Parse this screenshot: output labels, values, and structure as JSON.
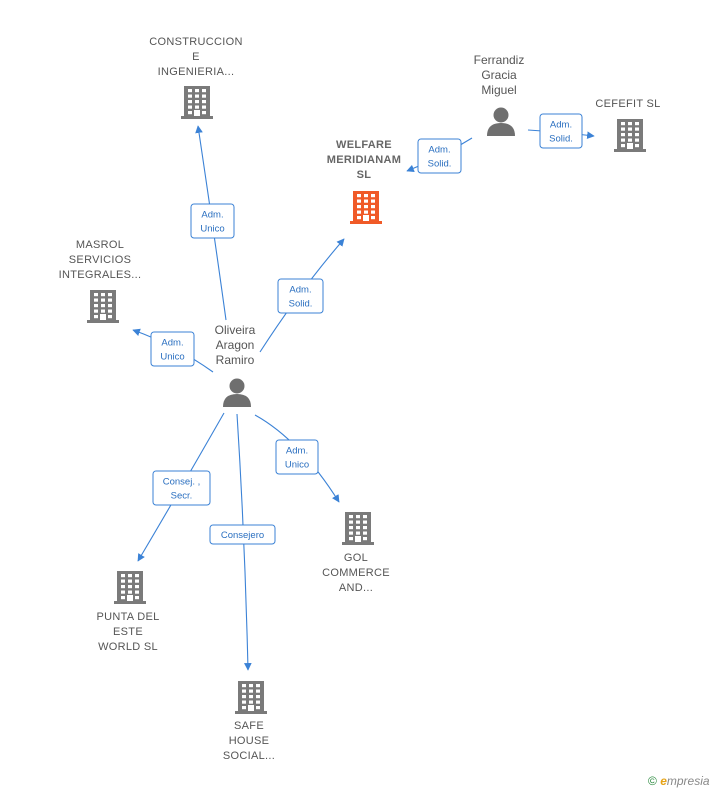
{
  "companies": [
    {
      "id": "construccion",
      "lines": [
        "CONSTRUCCION",
        "E",
        "INGENIERIA..."
      ],
      "main": false
    },
    {
      "id": "welfare",
      "lines": [
        "WELFARE",
        "MERIDIANAM",
        "SL"
      ],
      "main": true
    },
    {
      "id": "cefefit",
      "lines": [
        "CEFEFIT  SL"
      ],
      "main": false
    },
    {
      "id": "masrol",
      "lines": [
        "MASROL",
        "SERVICIOS",
        "INTEGRALES..."
      ],
      "main": false
    },
    {
      "id": "gol",
      "lines": [
        "GOL",
        "COMMERCE",
        "AND..."
      ],
      "main": false
    },
    {
      "id": "punta",
      "lines": [
        "PUNTA DEL",
        "ESTE",
        "WORLD  SL"
      ],
      "main": false
    },
    {
      "id": "safe",
      "lines": [
        "SAFE",
        "HOUSE",
        "SOCIAL..."
      ],
      "main": false
    }
  ],
  "persons": [
    {
      "id": "ferrandiz",
      "lines": [
        "Ferrandiz",
        "Gracia",
        "Miguel"
      ]
    },
    {
      "id": "oliveira",
      "lines": [
        "Oliveira",
        "Aragon",
        "Ramiro"
      ]
    }
  ],
  "edges": [
    {
      "id": "oliveira-construccion",
      "lines": [
        "Adm.",
        "Unico"
      ]
    },
    {
      "id": "oliveira-welfare",
      "lines": [
        "Adm.",
        "Solid."
      ]
    },
    {
      "id": "ferrandiz-welfare",
      "lines": [
        "Adm.",
        "Solid."
      ]
    },
    {
      "id": "ferrandiz-cefefit",
      "lines": [
        "Adm.",
        "Solid."
      ]
    },
    {
      "id": "oliveira-masrol",
      "lines": [
        "Adm.",
        "Unico"
      ]
    },
    {
      "id": "oliveira-gol",
      "lines": [
        "Adm.",
        "Unico"
      ]
    },
    {
      "id": "oliveira-punta",
      "lines": [
        "Consej. ,",
        "Secr."
      ]
    },
    {
      "id": "oliveira-safe",
      "lines": [
        "Consejero"
      ]
    }
  ],
  "colors": {
    "main_building": "#f05a28",
    "building": "#7a7a7a",
    "person": "#6f6f6f",
    "edge": "#3b82d6"
  },
  "footer": {
    "copyright_symbol": "©",
    "brand": "mpresia",
    "brand_initial": "e"
  }
}
